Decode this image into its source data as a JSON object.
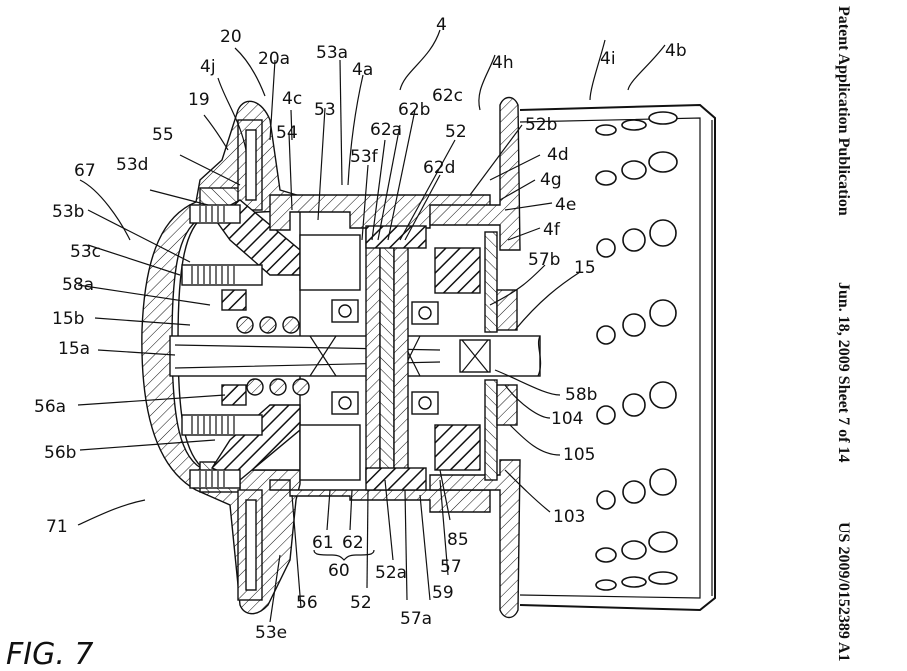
{
  "header": {
    "publication": "Patent Application Publication",
    "date_sheet": "Jun. 18, 2009  Sheet 7 of 14",
    "number": "US 2009/0152389 A1"
  },
  "figure": {
    "label": "FIG. 7"
  },
  "labels": {
    "l20": "20",
    "l20a": "20a",
    "l4j": "4j",
    "l19": "19",
    "l4c": "4c",
    "l53a": "53a",
    "l4a": "4a",
    "l4": "4",
    "l53": "53",
    "l54": "54",
    "l55": "55",
    "l53d": "53d",
    "l67": "67",
    "l53f": "53f",
    "l62a": "62a",
    "l62b": "62b",
    "l62c": "62c",
    "l52top": "52",
    "l62d": "62d",
    "l4h": "4h",
    "l4i": "4i",
    "l4b": "4b",
    "l52b": "52b",
    "l4d": "4d",
    "l4g": "4g",
    "l4e": "4e",
    "l4f": "4f",
    "l53b": "53b",
    "l53c": "53c",
    "l58a": "58a",
    "l15b": "15b",
    "l15a": "15a",
    "l57b": "57b",
    "l15": "15",
    "l56a": "56a",
    "l58b": "58b",
    "l104": "104",
    "l56b": "56b",
    "l105": "105",
    "l71": "71",
    "l103": "103",
    "l85": "85",
    "l61": "61",
    "l62": "62",
    "l60": "60",
    "l52a": "52a",
    "l57": "57",
    "l56": "56",
    "l52bot": "52",
    "l59": "59",
    "l57a": "57a",
    "l53e": "53e"
  }
}
